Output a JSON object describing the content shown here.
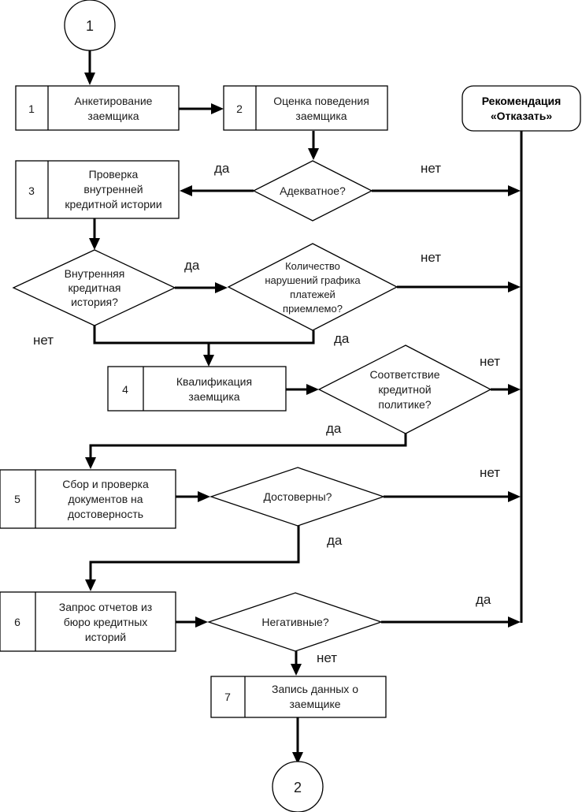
{
  "connectors": {
    "start": "1",
    "end": "2"
  },
  "processes": [
    {
      "num": "1",
      "lines": [
        "Анкетирование",
        "заемщика"
      ]
    },
    {
      "num": "2",
      "lines": [
        "Оценка поведения",
        "заемщика"
      ]
    },
    {
      "num": "3",
      "lines": [
        "Проверка",
        "внутренней",
        "кредитной истории"
      ]
    },
    {
      "num": "4",
      "lines": [
        "Квалификация",
        "заемщика"
      ]
    },
    {
      "num": "5",
      "lines": [
        "Сбор и проверка",
        "документов на",
        "достоверность"
      ]
    },
    {
      "num": "6",
      "lines": [
        "Запрос отчетов из",
        "бюро кредитных",
        "историй"
      ]
    },
    {
      "num": "7",
      "lines": [
        "Запись данных о",
        "заемщике"
      ]
    }
  ],
  "decisions": [
    {
      "lines": [
        "Адекватное?"
      ]
    },
    {
      "lines": [
        "Внутренняя",
        "кредитная",
        "история?"
      ]
    },
    {
      "lines": [
        "Количество",
        "нарушений графика",
        "платежей",
        "приемлемо?"
      ]
    },
    {
      "lines": [
        "Соответствие",
        "кредитной",
        "политике?"
      ]
    },
    {
      "lines": [
        "Достоверны?"
      ]
    },
    {
      "lines": [
        "Негативные?"
      ]
    }
  ],
  "terminal": {
    "lines": [
      "Рекомендация",
      "«Отказать»"
    ]
  },
  "edge_labels": {
    "d1_yes": "да",
    "d1_no": "нет",
    "d2_yes": "да",
    "d2_no": "нет",
    "d3_no": "нет",
    "d3_yes": "да",
    "d4_no": "нет",
    "d4_yes": "да",
    "d5_no": "нет",
    "d5_yes": "да",
    "d6_yes": "да",
    "d6_no": "нет"
  }
}
